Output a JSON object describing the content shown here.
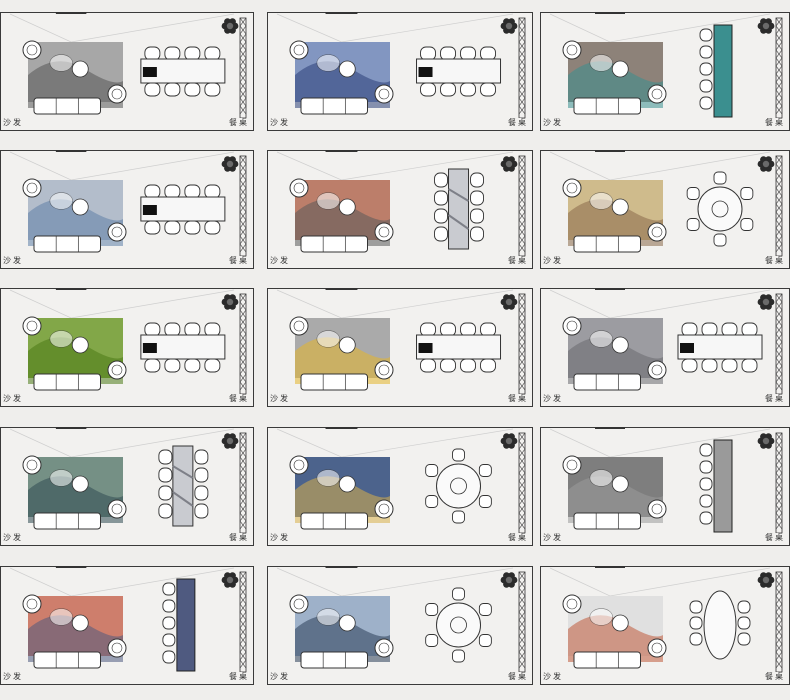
{
  "labels": {
    "sofa": "沙发",
    "dining": "餐桌"
  },
  "rows": 5,
  "cols": 3,
  "panels": [
    {
      "rug": "#9a9a9a",
      "accent": "#555555",
      "dining": "chairs-h"
    },
    {
      "rug": "#6f86b8",
      "accent": "#2b3f79",
      "dining": "chairs-h"
    },
    {
      "rug": "#7b6e64",
      "accent": "#3b8f8f",
      "dining": "bench-v"
    },
    {
      "rug": "#a8b4c4",
      "accent": "#5f7fa8",
      "dining": "chairs-h"
    },
    {
      "rug": "#b36a52",
      "accent": "#5a5a5a",
      "dining": "chairs-v"
    },
    {
      "rug": "#c9b27a",
      "accent": "#8a6a4a",
      "dining": "round"
    },
    {
      "rug": "#6f9a2a",
      "accent": "#4d7a16",
      "dining": "chairs-h"
    },
    {
      "rug": "#9d9d9d",
      "accent": "#e3b52a",
      "dining": "chairs-h"
    },
    {
      "rug": "#8d8d93",
      "accent": "#6a6a70",
      "dining": "chairs-h"
    },
    {
      "rug": "#5f7f72",
      "accent": "#2f4a52",
      "dining": "chairs-v"
    },
    {
      "rug": "#2f4a7a",
      "accent": "#d8b04a",
      "dining": "round"
    },
    {
      "rug": "#6a6a6a",
      "accent": "#9a9a9a",
      "dining": "bench-v"
    },
    {
      "rug": "#c86a55",
      "accent": "#4f5a80",
      "dining": "bench-v"
    },
    {
      "rug": "#8fa6c2",
      "accent": "#2c3e57",
      "dining": "round"
    },
    {
      "rug": "#dddddd",
      "accent": "#c05a3a",
      "dining": "oval"
    }
  ]
}
